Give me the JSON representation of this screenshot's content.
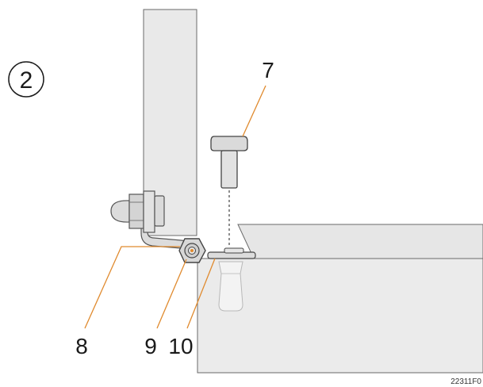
{
  "diagram": {
    "step_number": "2",
    "callouts": [
      {
        "id": "7",
        "label": "7"
      },
      {
        "id": "8",
        "label": "8"
      },
      {
        "id": "9",
        "label": "9"
      },
      {
        "id": "10",
        "label": "10"
      }
    ],
    "reference_code": "22311F0",
    "colors": {
      "leader_line": "#e08a2e",
      "panel_fill": "#e9e9e9",
      "outline": "#555555",
      "background": "#ffffff"
    }
  }
}
